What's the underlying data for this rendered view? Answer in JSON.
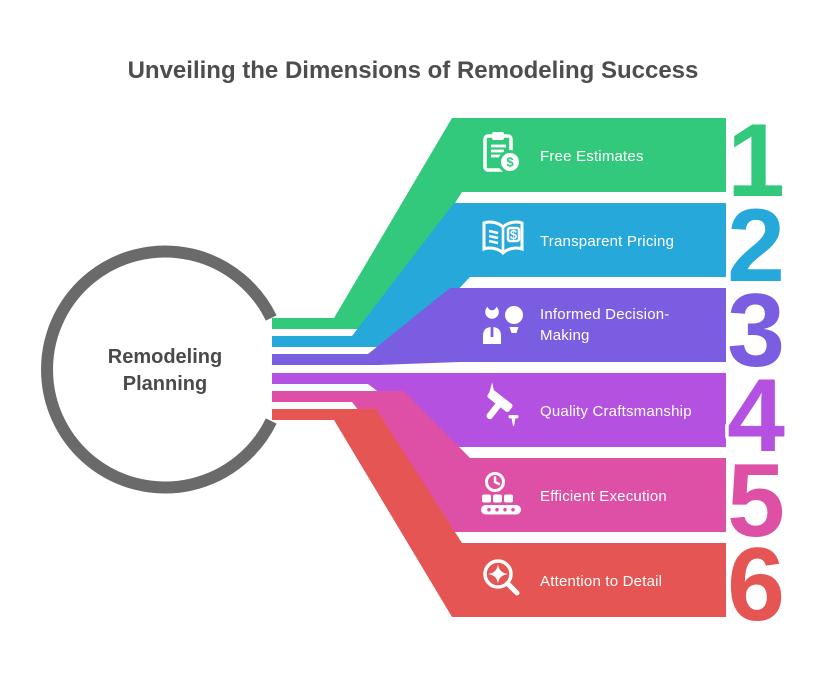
{
  "title": "Unveiling the Dimensions of Remodeling Success",
  "center_label": {
    "line1": "Remodeling",
    "line2": "Planning"
  },
  "colors": {
    "title": "#4d4d4d",
    "circle_ring": "#6a6a6a",
    "label_text": "#ffffff"
  },
  "icons": {
    "dollar_glyph": "$"
  },
  "bands": [
    {
      "number": "1",
      "label": "Free Estimates",
      "lines": [
        "Free Estimates"
      ],
      "color": "#32c97c",
      "icon": "clipboard-dollar-icon"
    },
    {
      "number": "2",
      "label": "Transparent Pricing",
      "lines": [
        "Transparent Pricing"
      ],
      "color": "#27a8da",
      "icon": "book-dollar-icon"
    },
    {
      "number": "3",
      "label": "Informed Decision-Making",
      "lines": [
        "Informed Decision-",
        "Making"
      ],
      "color": "#7b5de2",
      "icon": "person-lightbulb-icon"
    },
    {
      "number": "4",
      "label": "Quality Craftsmanship",
      "lines": [
        "Quality Craftsmanship"
      ],
      "color": "#b551e0",
      "icon": "hammer-nail-icon"
    },
    {
      "number": "5",
      "label": "Efficient Execution",
      "lines": [
        "Efficient Execution"
      ],
      "color": "#de4fa6",
      "icon": "clock-conveyor-icon"
    },
    {
      "number": "6",
      "label": "Attention to Detail",
      "lines": [
        "Attention to Detail"
      ],
      "color": "#e45553",
      "icon": "magnifier-sparkle-icon"
    }
  ]
}
